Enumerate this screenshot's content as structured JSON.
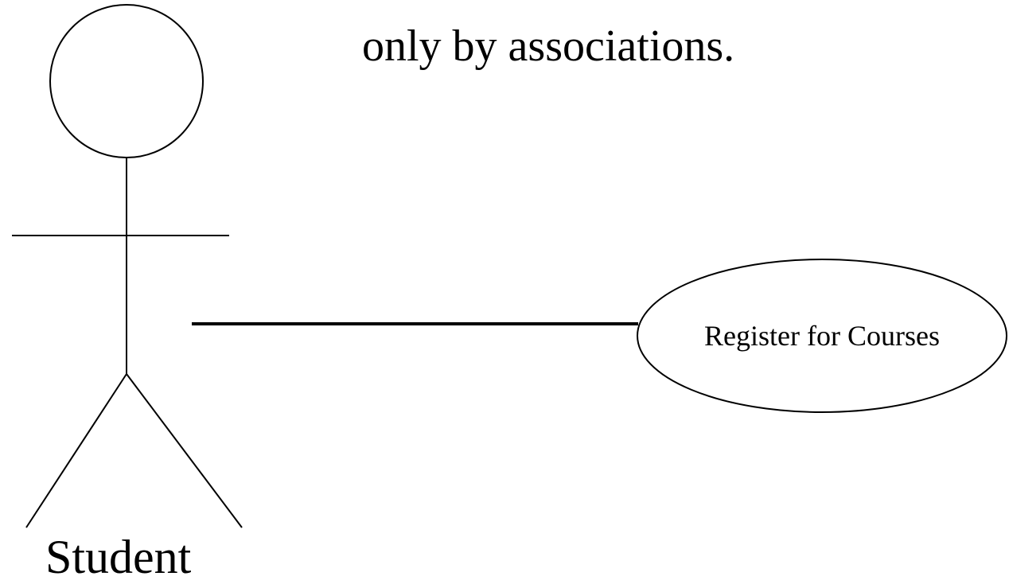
{
  "heading": {
    "text": "only by associations."
  },
  "actor": {
    "name": "Student"
  },
  "use_case": {
    "name": "Register for Courses"
  }
}
